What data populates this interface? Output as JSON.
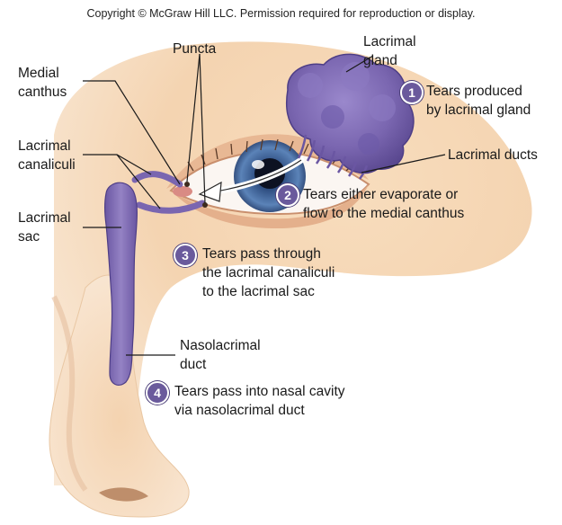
{
  "copyright": "Copyright © McGraw Hill LLC. Permission required for reproduction or display.",
  "labels": {
    "puncta": "Puncta",
    "lacrimal_gland": "Lacrimal\ngland",
    "medial_canthus": "Medial\ncanthus",
    "lacrimal_canaliculi": "Lacrimal\ncanaliculi",
    "lacrimal_ducts": "Lacrimal ducts",
    "lacrimal_sac": "Lacrimal\nsac",
    "nasolacrimal_duct": "Nasolacrimal\nduct"
  },
  "steps": [
    {
      "number": "1",
      "text": "Tears produced\nby lacrimal gland"
    },
    {
      "number": "2",
      "text": "Tears either evaporate or\nflow to the medial canthus"
    },
    {
      "number": "3",
      "text": "Tears pass through\nthe lacrimal canaliculi\nto the lacrimal sac"
    },
    {
      "number": "4",
      "text": "Tears pass into nasal cavity\nvia nasolacrimal duct"
    }
  ],
  "colors": {
    "skin": "#f3cfa8",
    "gland": "#7a66b0",
    "step_badge": "#6a5a9c",
    "iris": "#4a6fa5"
  }
}
